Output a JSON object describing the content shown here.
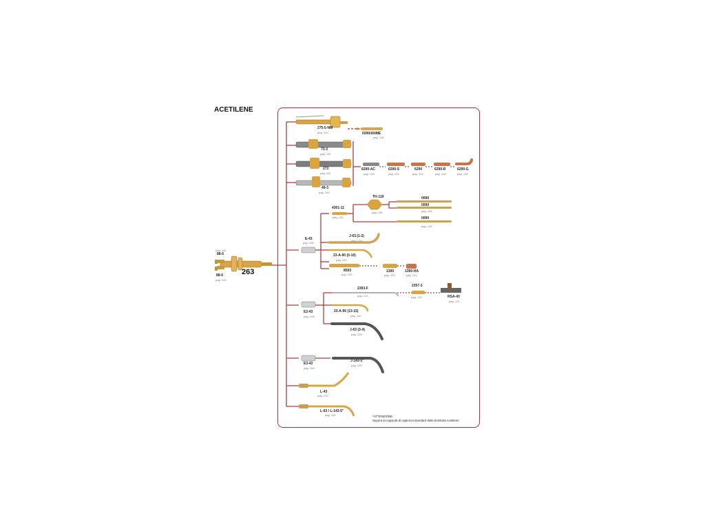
{
  "title": "ACETILENE",
  "handle_code": "263",
  "items": {
    "i2750": {
      "code": "275-5-NM",
      "page": "pag. 103"
    },
    "i0290anme": {
      "code": "0290/ANME",
      "page": "pag. 128"
    },
    "i733": {
      "code": "73-3",
      "page": "pag. 102"
    },
    "i273": {
      "code": "273",
      "page": "pag. 101"
    },
    "i493": {
      "code": "49-3",
      "page": "pag. 100"
    },
    "n6290ac": {
      "code": "6290-AC",
      "page": "pag. 125"
    },
    "n6290s": {
      "code": "6290-S",
      "page": "pag. 124"
    },
    "n6290": {
      "code": "6290",
      "page": "pag. 124"
    },
    "n6290r": {
      "code": "6290-R",
      "page": "pag. 126"
    },
    "n6290g": {
      "code": "6290-G",
      "page": "pag. 126"
    },
    "n4301": {
      "code": "4301-11",
      "page": "pag. 126"
    },
    "nth119": {
      "code": "TH-119",
      "page": "pag. 126"
    },
    "n0090a": {
      "code": "0090",
      "page": ""
    },
    "n0090b": {
      "code": "0090",
      "page": "pag. 126"
    },
    "n0090c": {
      "code": "0090",
      "page": "pag. 126"
    },
    "ne43": {
      "code": "E-43",
      "page": "pag. 108"
    },
    "nj63a": {
      "code": "J-63 (1-2)",
      "page": "pag. 125"
    },
    "n23a": {
      "code": "23-A-90 (0-10)",
      "page": "pag. 120"
    },
    "n8593": {
      "code": "8593",
      "page": "pag. 126"
    },
    "n1390": {
      "code": "1390",
      "page": "pag. 120"
    },
    "n1390ha": {
      "code": "1390-HA",
      "page": "pag. 121"
    },
    "n886a": {
      "code": "88-6",
      "page": "pag. 144"
    },
    "n886b": {
      "code": "88-6",
      "page": "pag. 144"
    },
    "n2393": {
      "code": "2393-F",
      "page": "pag. 123"
    },
    "n2357": {
      "code": "2357-3",
      "page": "pag. 123"
    },
    "nrsa": {
      "code": "RSA-43",
      "page": "pag. 121"
    },
    "ne243": {
      "code": "E2-43",
      "page": "pag. 108"
    },
    "n23b": {
      "code": "23-A-90 (13-15)",
      "page": "pag. 120"
    },
    "nj63b": {
      "code": "J-63 (3-4)",
      "page": "pag. 125"
    },
    "ne343": {
      "code": "E3-43",
      "page": "pag. 108"
    },
    "nj143": {
      "code": "J-143-5\"",
      "page": "pag. 125"
    },
    "nl43": {
      "code": "L-43",
      "page": "pag. 170"
    },
    "nl63": {
      "code": "L-63 / L-143-5\"",
      "page": "pag. 125"
    }
  },
  "note": {
    "title": "*ATTENZIONE:",
    "text": "Supera la capacità di capienza standard della bombola Acetilene"
  },
  "colors": {
    "frame": "#c4262e",
    "connector": "#b23a3a",
    "brass": "#d9a441",
    "steel": "#7a7a7a",
    "copper": "#c8744a"
  }
}
